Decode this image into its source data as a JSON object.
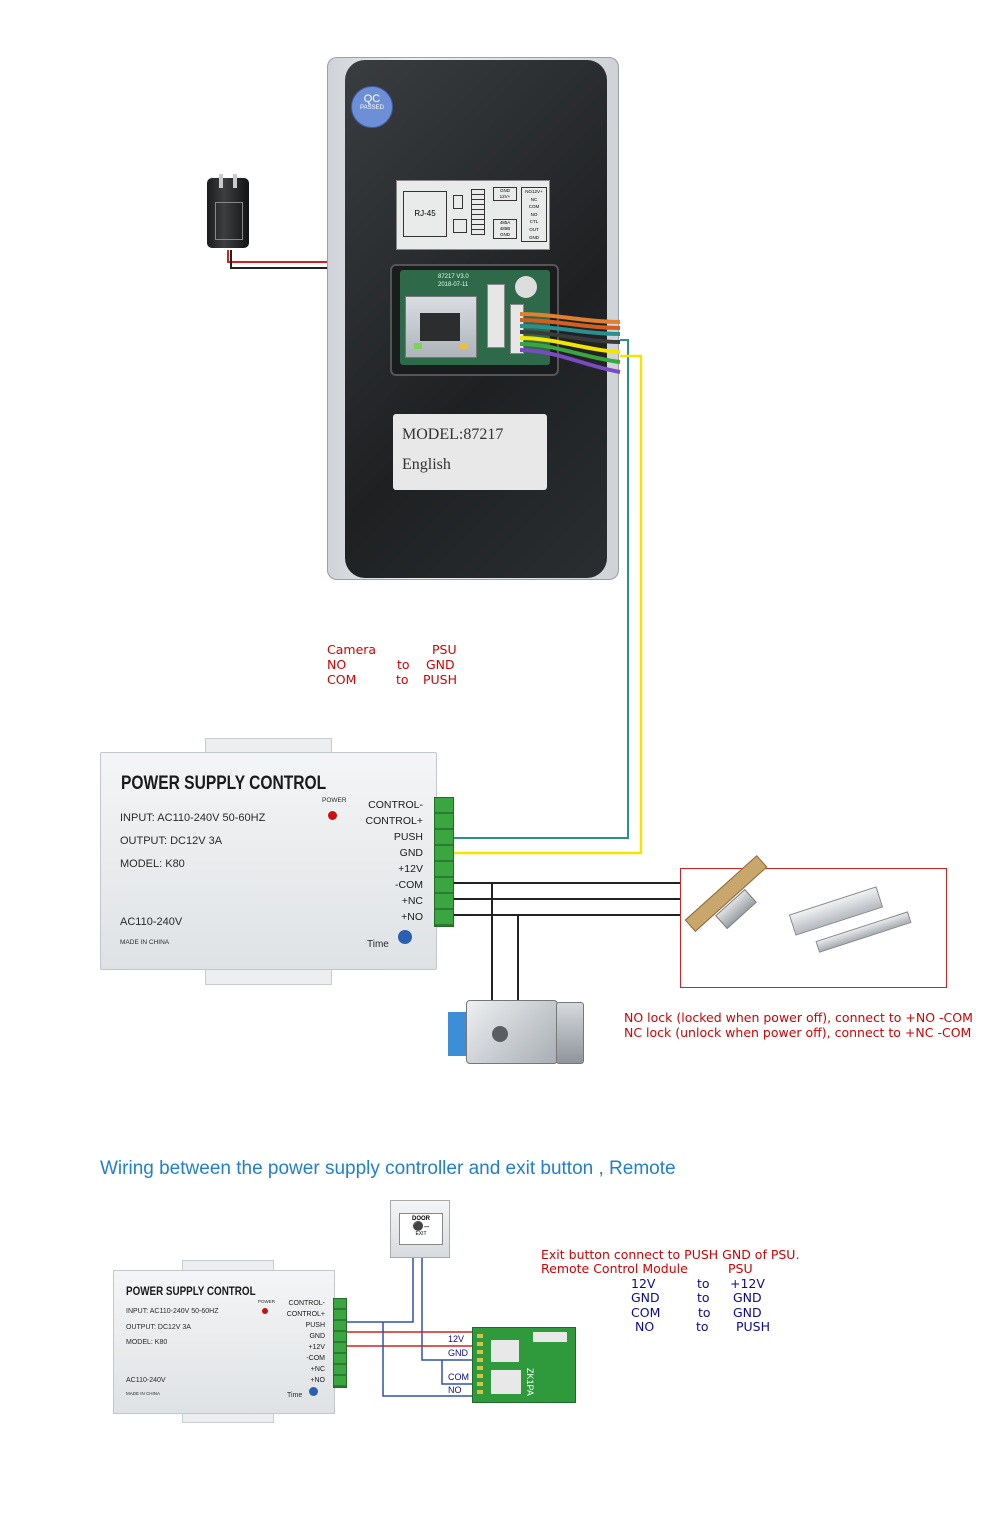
{
  "device": {
    "qc_badge": [
      "QC",
      "PASSED"
    ],
    "rj45_label": "RJ-45",
    "board_label": "87217 V3.0",
    "board_date": "2018-07-11",
    "model_label": "MODEL:87217",
    "language_label": "English",
    "sticker_left": [
      "GND",
      "12V+"
    ],
    "sticker_mid": [
      "485A",
      "485B",
      "GND"
    ],
    "sticker_right": [
      "NO12V+",
      "NC",
      "COM",
      "NO",
      "CTL",
      "OUT",
      "GND"
    ]
  },
  "camera_psu_note": {
    "header_left": "Camera",
    "header_right": "PSU",
    "rows": [
      {
        "from": "NO",
        "to_word": "to",
        "target": "GND"
      },
      {
        "from": "COM",
        "to_word": "to",
        "target": "PUSH"
      }
    ]
  },
  "psu": {
    "title": "POWER SUPPLY CONTROL",
    "input": "INPUT: AC110-240V  50-60HZ",
    "output": "OUTPUT: DC12V  3A",
    "model": "MODEL: K80",
    "ac": "AC110-240V",
    "made_in": "MADE IN CHINA",
    "power_label": "POWER",
    "time_label": "Time",
    "terminals": [
      "CONTROL-",
      "CONTROL+",
      "PUSH",
      "GND",
      "+12V",
      "-COM",
      "+NC",
      "+NO"
    ]
  },
  "lock_note": {
    "line1": "NO lock (locked when power off), connect to +NO -COM",
    "line2": "NC lock (unlock when power off), connect to +NC -COM"
  },
  "section_heading": "Wiring between the power supply controller and exit button , Remote",
  "exit_button": {
    "top": "DOOR",
    "bottom": "EXIT"
  },
  "remote_module": {
    "label": "ZK1PA",
    "pins": [
      "12V",
      "GND",
      "COM",
      "NO"
    ]
  },
  "exit_note": {
    "line1": "Exit button connect to PUSH GND of PSU.",
    "line2_left": "Remote Control Module",
    "line2_right": "PSU",
    "rows": [
      {
        "from": "12V",
        "to_word": "to",
        "target": "+12V"
      },
      {
        "from": "GND",
        "to_word": "to",
        "target": "GND"
      },
      {
        "from": "COM",
        "to_word": "to",
        "target": "GND"
      },
      {
        "from": "NO",
        "to_word": "to",
        "target": "PUSH"
      }
    ]
  },
  "colors": {
    "red_text": "#d40000",
    "blue_text": "#0a0a9a",
    "heading": "#1f7fd0",
    "wire_red": "#d42020",
    "wire_teal": "#2a8f8f",
    "wire_yellow": "#f2e600",
    "wire_blue": "#3050b0",
    "terminal_green": "#3aa640"
  }
}
